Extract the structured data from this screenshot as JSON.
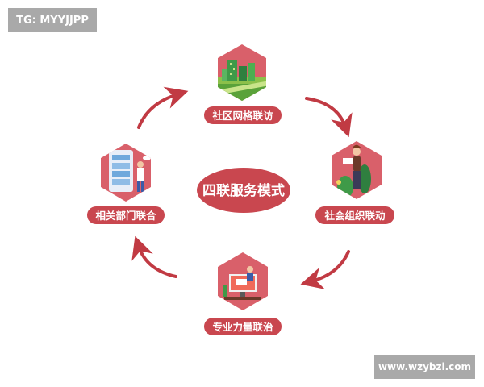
{
  "watermarks": {
    "top_left": "TG: MYYJJPP",
    "bottom_right": "www.wzybzl.com"
  },
  "center": {
    "label": "四联服务模式"
  },
  "nodes": [
    {
      "id": "community",
      "label": "社区网格联访",
      "icon": "city-buildings-icon"
    },
    {
      "id": "social",
      "label": "社会组织联动",
      "icon": "volunteer-person-icon"
    },
    {
      "id": "professional",
      "label": "专业力量联治",
      "icon": "professional-desk-icon"
    },
    {
      "id": "departments",
      "label": "相关部门联合",
      "icon": "department-checklist-icon"
    }
  ],
  "colors": {
    "primary": "#c9474f",
    "arrow": "#c13a43",
    "hex_fill": "#d9606a",
    "label_text": "#ffffff",
    "watermark_bg": "#a9a9a9"
  }
}
